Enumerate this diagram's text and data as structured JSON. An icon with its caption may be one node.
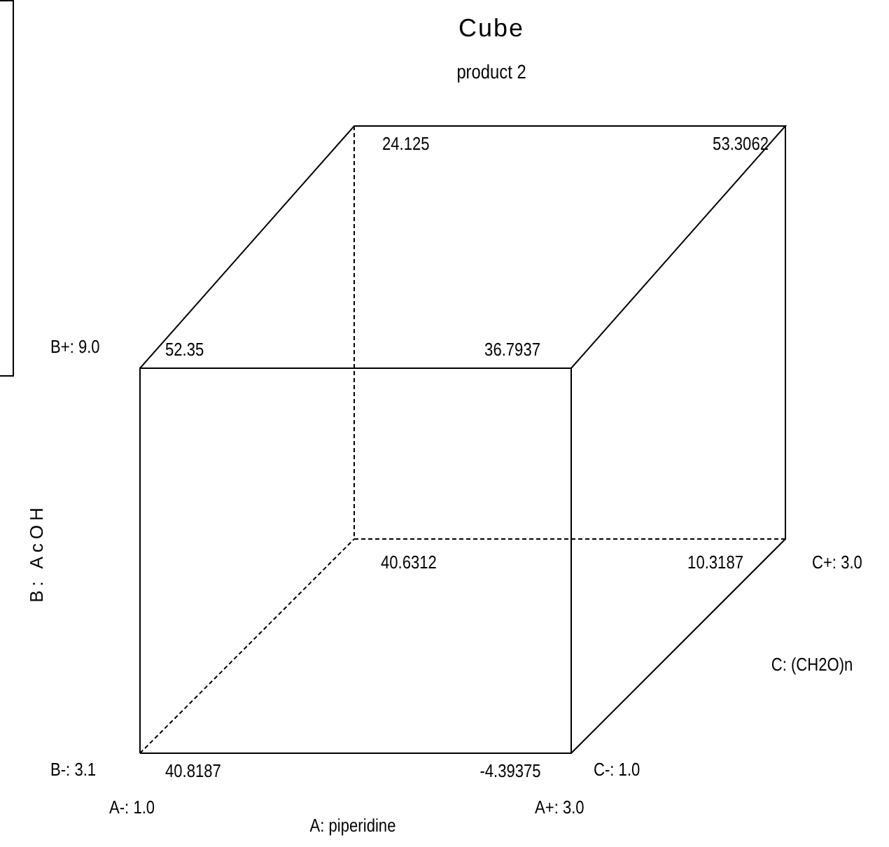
{
  "diagram": {
    "title": "Cube",
    "labels": [
      "product 2",
      "24.125",
      "53.3062",
      "B+: 9.0",
      "52.35",
      "36.7937",
      "B: AcOH",
      "40.6312",
      "10.3187",
      "C+: 3.0",
      "C: (CH2O)n",
      "B-: 3.1",
      "40.8187",
      "-4.39375",
      "C-: 1.0",
      "A-: 1.0",
      "A+: 3.0",
      "A: piperidine"
    ]
  }
}
